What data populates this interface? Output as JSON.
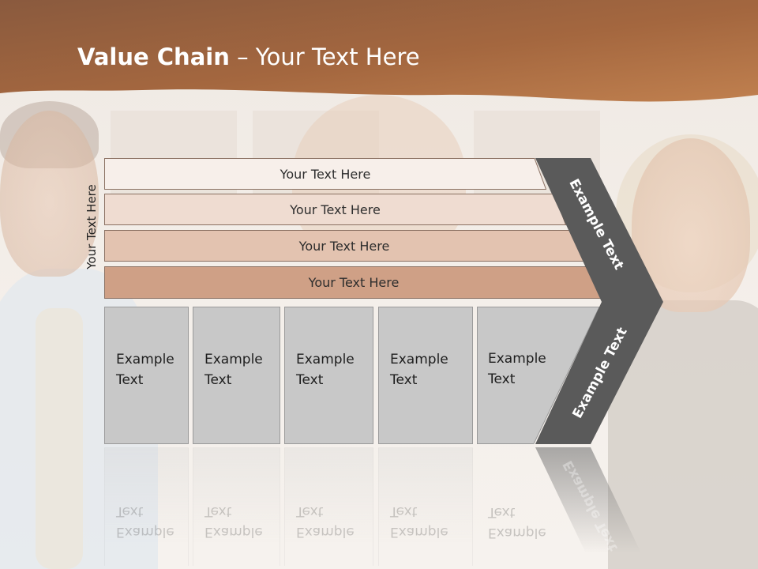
{
  "title": {
    "bold": "Value Chain",
    "rest": " – Your Text Here"
  },
  "side_label": "Your Text Here",
  "bars": [
    {
      "label": "Your Text Here"
    },
    {
      "label": "Your Text Here"
    },
    {
      "label": "Your Text Here"
    },
    {
      "label": "Your Text Here"
    }
  ],
  "boxes": [
    {
      "line1": "Example",
      "line2": "Text"
    },
    {
      "line1": "Example",
      "line2": "Text"
    },
    {
      "line1": "Example",
      "line2": "Text"
    },
    {
      "line1": "Example",
      "line2": "Text"
    },
    {
      "line1": "Example",
      "line2": "Text"
    }
  ],
  "arrow": {
    "upper": "Example Text",
    "lower": "Example Text"
  },
  "colors": {
    "header": "#9b5c36",
    "bar1": "#f7efea",
    "bar2": "#efdcd1",
    "bar3": "#e3c3b0",
    "bar4": "#cfa086",
    "box": "#c8c8c8",
    "arrow": "#5a5a5a"
  }
}
